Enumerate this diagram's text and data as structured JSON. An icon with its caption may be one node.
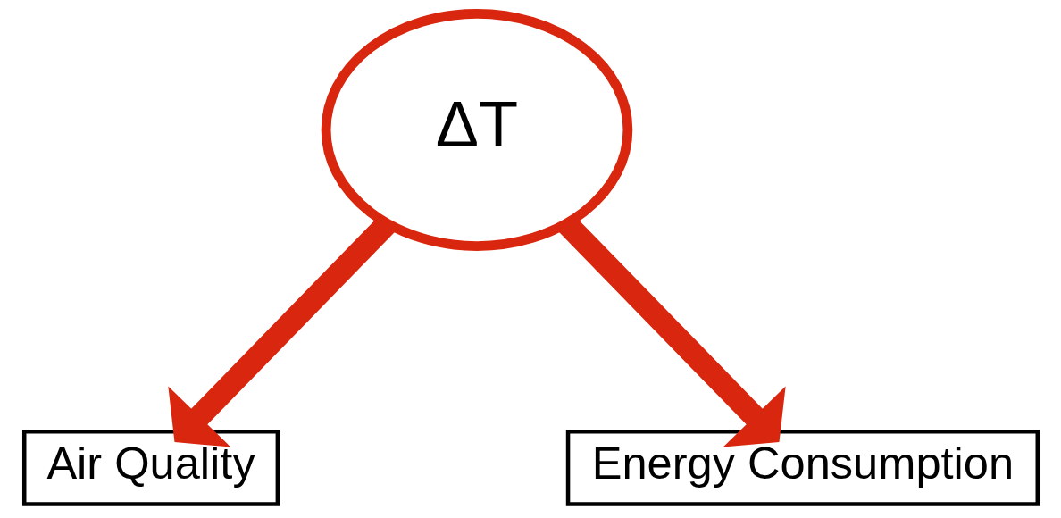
{
  "diagram": {
    "nodes": [
      {
        "text": [
          "ΔT"
        ]
      },
      {
        "text": [
          "Air Quality"
        ]
      },
      {
        "text": [
          "Energy Consumption"
        ]
      }
    ],
    "edges": [
      {
        "from": 0,
        "to": 1,
        "arrow": "to"
      },
      {
        "from": 0,
        "to": 2,
        "arrow": "to"
      }
    ]
  }
}
